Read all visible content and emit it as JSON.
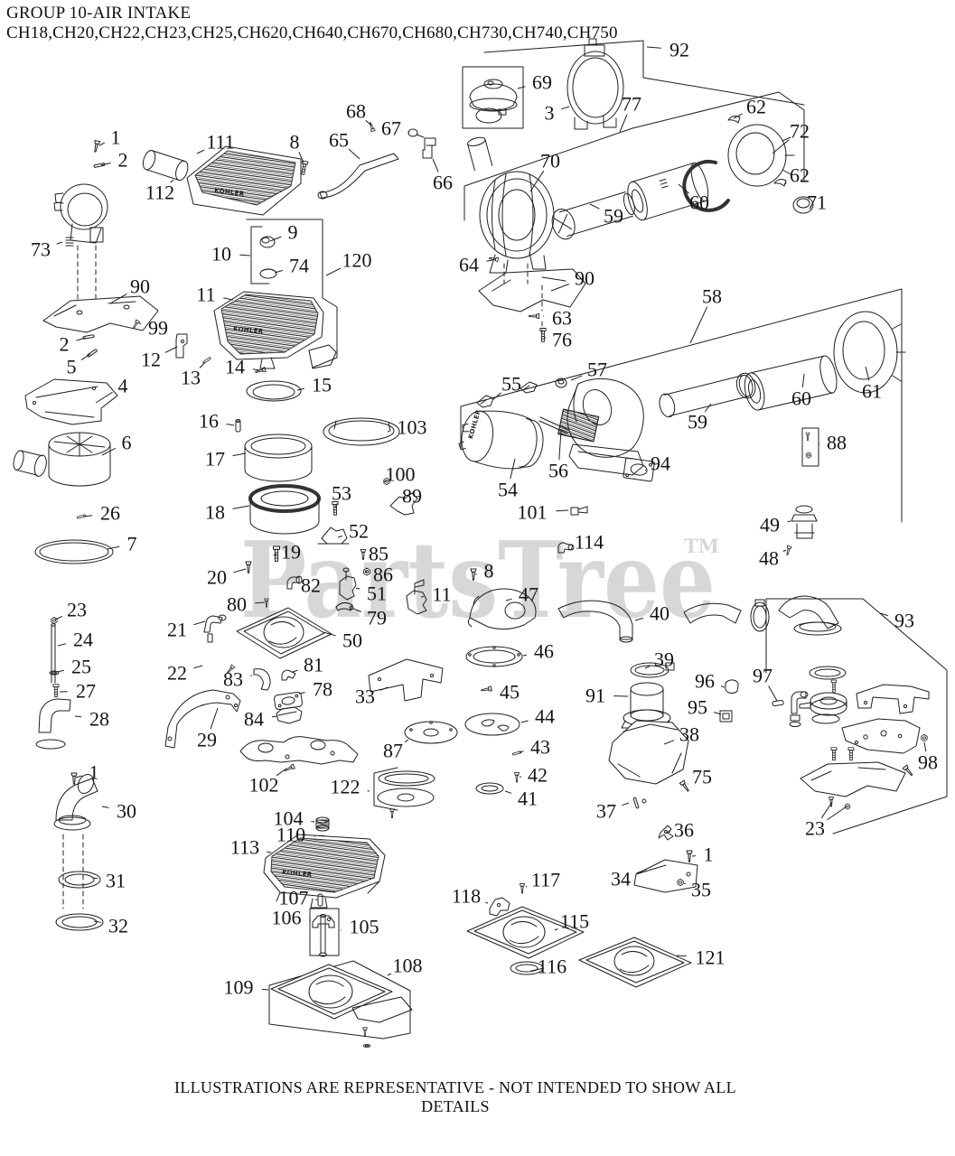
{
  "header": {
    "title": "GROUP 10-AIR INTAKE",
    "models": "CH18,CH20,CH22,CH23,CH25,CH620,CH640,CH670,CH680,CH730,CH740,CH750"
  },
  "watermark": {
    "text": "PartsTree",
    "tm": "TM",
    "color": "#d7d7d7"
  },
  "brand_logo": "KOHLER",
  "footer": {
    "note": "ILLUSTRATIONS ARE REPRESENTATIVE - NOT INTENDED TO SHOW ALL DETAILS"
  },
  "diagram": {
    "ink": "#1f1f1f",
    "callouts": [
      {
        "n": "1",
        "l": [
          128,
          152
        ],
        "t": [
          110,
          161
        ]
      },
      {
        "n": "2",
        "l": [
          136,
          177
        ],
        "t": [
          112,
          183
        ]
      },
      {
        "n": "111",
        "l": [
          244,
          157
        ],
        "t": [
          218,
          170
        ]
      },
      {
        "n": "112",
        "l": [
          177,
          213
        ],
        "t": [
          192,
          199
        ]
      },
      {
        "n": "8",
        "l": [
          326,
          157
        ],
        "t": [
          336,
          180
        ]
      },
      {
        "n": "65",
        "l": [
          375,
          155
        ],
        "t": [
          398,
          176
        ]
      },
      {
        "n": "68",
        "l": [
          394,
          123
        ],
        "t": [
          411,
          139
        ]
      },
      {
        "n": "67",
        "l": [
          433,
          142
        ],
        "t": [
          453,
          147
        ]
      },
      {
        "n": "66",
        "l": [
          490,
          202
        ],
        "t": [
          479,
          176
        ]
      },
      {
        "n": "69",
        "l": [
          600,
          91
        ],
        "t": [
          573,
          98
        ]
      },
      {
        "n": "3",
        "l": [
          608,
          125
        ],
        "t": [
          630,
          118
        ]
      },
      {
        "n": "92",
        "l": [
          752,
          55
        ],
        "t": [
          716,
          52
        ]
      },
      {
        "n": "77",
        "l": [
          699,
          115
        ],
        "t": [
          686,
          146
        ]
      },
      {
        "n": "62",
        "l": [
          837,
          118
        ],
        "t": [
          812,
          131
        ]
      },
      {
        "n": "72",
        "l": [
          885,
          145
        ],
        "t": [
          855,
          170
        ]
      },
      {
        "n": "70",
        "l": [
          609,
          178
        ],
        "t": [
          587,
          212
        ]
      },
      {
        "n": "59",
        "l": [
          679,
          239
        ],
        "t": [
          653,
          226
        ]
      },
      {
        "n": "60",
        "l": [
          774,
          224
        ],
        "t": [
          751,
          204
        ]
      },
      {
        "n": "62",
        "l": [
          885,
          194
        ],
        "t": [
          868,
          204
        ]
      },
      {
        "n": "71",
        "l": [
          904,
          224
        ],
        "t": [
          884,
          228
        ]
      },
      {
        "n": "64",
        "l": [
          519,
          293
        ],
        "t": [
          545,
          288
        ]
      },
      {
        "n": "90",
        "l": [
          647,
          308
        ],
        "t": [
          610,
          322
        ]
      },
      {
        "n": "63",
        "l": [
          622,
          352
        ],
        "t": [
          601,
          350
        ]
      },
      {
        "n": "76",
        "l": [
          622,
          376
        ],
        "t": [
          604,
          374
        ]
      },
      {
        "n": "58",
        "l": [
          788,
          328
        ],
        "t": [
          764,
          380
        ]
      },
      {
        "n": "73",
        "l": [
          45,
          276
        ],
        "t": [
          69,
          268
        ]
      },
      {
        "n": "90",
        "l": [
          155,
          317
        ],
        "t": [
          122,
          336
        ]
      },
      {
        "n": "99",
        "l": [
          175,
          363
        ],
        "t": [
          154,
          358
        ]
      },
      {
        "n": "2",
        "l": [
          71,
          381
        ],
        "t": [
          95,
          374
        ]
      },
      {
        "n": "5",
        "l": [
          79,
          406
        ],
        "t": [
          100,
          392
        ]
      },
      {
        "n": "12",
        "l": [
          167,
          398
        ],
        "t": [
          196,
          384
        ]
      },
      {
        "n": "13",
        "l": [
          211,
          418
        ],
        "t": [
          227,
          401
        ]
      },
      {
        "n": "4",
        "l": [
          136,
          427
        ],
        "t": [
          106,
          446
        ]
      },
      {
        "n": "9",
        "l": [
          324,
          257
        ],
        "t": [
          299,
          267
        ]
      },
      {
        "n": "10",
        "l": [
          245,
          281
        ],
        "t": [
          277,
          283
        ]
      },
      {
        "n": "74",
        "l": [
          331,
          294
        ],
        "t": [
          304,
          302
        ]
      },
      {
        "n": "120",
        "l": [
          395,
          288
        ],
        "t": [
          361,
          305
        ]
      },
      {
        "n": "11",
        "l": [
          228,
          326
        ],
        "t": [
          258,
          332
        ]
      },
      {
        "n": "14",
        "l": [
          260,
          406
        ],
        "t": [
          288,
          410
        ]
      },
      {
        "n": "15",
        "l": [
          356,
          426
        ],
        "t": [
          329,
          432
        ]
      },
      {
        "n": "16",
        "l": [
          231,
          466
        ],
        "t": [
          259,
          471
        ]
      },
      {
        "n": "103",
        "l": [
          456,
          473
        ],
        "t": [
          429,
          478
        ]
      },
      {
        "n": "17",
        "l": [
          238,
          508
        ],
        "t": [
          272,
          502
        ]
      },
      {
        "n": "18",
        "l": [
          238,
          567
        ],
        "t": [
          276,
          560
        ]
      },
      {
        "n": "100",
        "l": [
          443,
          525
        ],
        "t": [
          428,
          532
        ]
      },
      {
        "n": "53",
        "l": [
          378,
          546
        ],
        "t": [
          371,
          562
        ]
      },
      {
        "n": "89",
        "l": [
          456,
          549
        ],
        "t": [
          441,
          557
        ]
      },
      {
        "n": "52",
        "l": [
          397,
          588
        ],
        "t": [
          374,
          595
        ]
      },
      {
        "n": "19",
        "l": [
          322,
          611
        ],
        "t": [
          306,
          614
        ]
      },
      {
        "n": "20",
        "l": [
          240,
          639
        ],
        "t": [
          272,
          630
        ]
      },
      {
        "n": "85",
        "l": [
          419,
          613
        ],
        "t": [
          402,
          618
        ]
      },
      {
        "n": "86",
        "l": [
          424,
          636
        ],
        "t": [
          406,
          633
        ]
      },
      {
        "n": "82",
        "l": [
          344,
          648
        ],
        "t": [
          327,
          645
        ]
      },
      {
        "n": "51",
        "l": [
          417,
          657
        ],
        "t": [
          394,
          651
        ]
      },
      {
        "n": "11",
        "l": [
          489,
          658
        ],
        "t": [
          466,
          661
        ]
      },
      {
        "n": "80",
        "l": [
          262,
          669
        ],
        "t": [
          293,
          667
        ]
      },
      {
        "n": "79",
        "l": [
          417,
          684
        ],
        "t": [
          391,
          674
        ]
      },
      {
        "n": "21",
        "l": [
          196,
          697
        ],
        "t": [
          227,
          688
        ]
      },
      {
        "n": "50",
        "l": [
          390,
          709
        ],
        "t": [
          358,
          700
        ]
      },
      {
        "n": "22",
        "l": [
          196,
          745
        ],
        "t": [
          224,
          737
        ]
      },
      {
        "n": "83",
        "l": [
          258,
          752
        ],
        "t": [
          279,
          748
        ]
      },
      {
        "n": "81",
        "l": [
          347,
          736
        ],
        "t": [
          324,
          744
        ]
      },
      {
        "n": "78",
        "l": [
          357,
          763
        ],
        "t": [
          331,
          768
        ]
      },
      {
        "n": "84",
        "l": [
          281,
          796
        ],
        "t": [
          307,
          793
        ]
      },
      {
        "n": "29",
        "l": [
          229,
          819
        ],
        "t": [
          241,
          784
        ]
      },
      {
        "n": "33",
        "l": [
          404,
          771
        ],
        "t": [
          429,
          761
        ]
      },
      {
        "n": "102",
        "l": [
          292,
          869
        ],
        "t": [
          317,
          851
        ]
      },
      {
        "n": "6",
        "l": [
          140,
          490
        ],
        "t": [
          113,
          504
        ]
      },
      {
        "n": "26",
        "l": [
          122,
          568
        ],
        "t": [
          92,
          572
        ]
      },
      {
        "n": "7",
        "l": [
          146,
          602
        ],
        "t": [
          119,
          608
        ]
      },
      {
        "n": "23",
        "l": [
          85,
          675
        ],
        "t": [
          61,
          686
        ]
      },
      {
        "n": "24",
        "l": [
          92,
          708
        ],
        "t": [
          64,
          715
        ]
      },
      {
        "n": "25",
        "l": [
          90,
          738
        ],
        "t": [
          63,
          744
        ]
      },
      {
        "n": "27",
        "l": [
          95,
          765
        ],
        "t": [
          66,
          766
        ]
      },
      {
        "n": "28",
        "l": [
          110,
          796
        ],
        "t": [
          83,
          793
        ]
      },
      {
        "n": "1",
        "l": [
          104,
          855
        ],
        "t": [
          84,
          861
        ]
      },
      {
        "n": "30",
        "l": [
          140,
          898
        ],
        "t": [
          113,
          893
        ]
      },
      {
        "n": "31",
        "l": [
          128,
          975
        ],
        "t": [
          102,
          972
        ]
      },
      {
        "n": "32",
        "l": [
          131,
          1025
        ],
        "t": [
          104,
          1020
        ]
      },
      {
        "n": "55",
        "l": [
          566,
          425
        ],
        "t": [
          545,
          443
        ]
      },
      {
        "n": "57",
        "l": [
          661,
          409
        ],
        "t": [
          632,
          421
        ]
      },
      {
        "n": "54",
        "l": [
          562,
          542
        ],
        "t": [
          570,
          508
        ]
      },
      {
        "n": "56",
        "l": [
          618,
          521
        ],
        "t": [
          621,
          477
        ]
      },
      {
        "n": "94",
        "l": [
          731,
          513
        ],
        "t": [
          714,
          521
        ]
      },
      {
        "n": "101",
        "l": [
          589,
          567
        ],
        "t": [
          629,
          565
        ]
      },
      {
        "n": "59",
        "l": [
          772,
          467
        ],
        "t": [
          787,
          447
        ]
      },
      {
        "n": "60",
        "l": [
          887,
          441
        ],
        "t": [
          890,
          414
        ]
      },
      {
        "n": "61",
        "l": [
          965,
          433
        ],
        "t": [
          958,
          406
        ]
      },
      {
        "n": "88",
        "l": [
          926,
          490
        ],
        "t": [
          907,
          491
        ]
      },
      {
        "n": "49",
        "l": [
          852,
          581
        ],
        "t": [
          875,
          577
        ]
      },
      {
        "n": "48",
        "l": [
          851,
          618
        ],
        "t": [
          870,
          609
        ]
      },
      {
        "n": "114",
        "l": [
          652,
          600
        ],
        "t": [
          634,
          608
        ]
      },
      {
        "n": "8",
        "l": [
          541,
          632
        ],
        "t": [
          526,
          636
        ]
      },
      {
        "n": "47",
        "l": [
          585,
          658
        ],
        "t": [
          560,
          665
        ]
      },
      {
        "n": "40",
        "l": [
          730,
          679
        ],
        "t": [
          703,
          687
        ]
      },
      {
        "n": "93",
        "l": [
          1001,
          687
        ],
        "t": [
          974,
          679
        ]
      },
      {
        "n": "39",
        "l": [
          735,
          730
        ],
        "t": [
          714,
          740
        ]
      },
      {
        "n": "96",
        "l": [
          780,
          754
        ],
        "t": [
          802,
          761
        ]
      },
      {
        "n": "97",
        "l": [
          844,
          748
        ],
        "t": [
          860,
          776
        ]
      },
      {
        "n": "91",
        "l": [
          659,
          770
        ],
        "t": [
          695,
          771
        ]
      },
      {
        "n": "95",
        "l": [
          772,
          783
        ],
        "t": [
          798,
          791
        ]
      },
      {
        "n": "38",
        "l": [
          763,
          813
        ],
        "t": [
          735,
          824
        ]
      },
      {
        "n": "75",
        "l": [
          777,
          860
        ],
        "t": [
          761,
          868
        ]
      },
      {
        "n": "37",
        "l": [
          671,
          898
        ],
        "t": [
          696,
          889
        ]
      },
      {
        "n": "36",
        "l": [
          757,
          919
        ],
        "t": [
          742,
          921
        ]
      },
      {
        "n": "34",
        "l": [
          687,
          973
        ],
        "t": [
          715,
          963
        ]
      },
      {
        "n": "35",
        "l": [
          776,
          985
        ],
        "t": [
          757,
          978
        ]
      },
      {
        "n": "1",
        "l": [
          784,
          946
        ],
        "t": [
          766,
          948
        ]
      },
      {
        "n": "23",
        "l": [
          902,
          917
        ],
        "t": [
          921,
          888
        ],
        "t2": [
          937,
          893
        ]
      },
      {
        "n": "98",
        "l": [
          1027,
          844
        ],
        "t": [
          1023,
          822
        ]
      },
      {
        "n": "104",
        "l": [
          319,
          906
        ],
        "t": [
          348,
          910
        ]
      },
      {
        "n": "110",
        "l": [
          322,
          924
        ],
        "t": [
          349,
          926
        ]
      },
      {
        "n": "113",
        "l": [
          271,
          938
        ],
        "t": [
          300,
          944
        ]
      },
      {
        "n": "107",
        "l": [
          325,
          994
        ],
        "t": [
          349,
          996
        ]
      },
      {
        "n": "106",
        "l": [
          317,
          1016
        ],
        "t": [
          344,
          1019
        ]
      },
      {
        "n": "105",
        "l": [
          403,
          1026
        ],
        "t": [
          377,
          1030
        ]
      },
      {
        "n": "122",
        "l": [
          382,
          871
        ],
        "t": [
          409,
          876
        ]
      },
      {
        "n": "87",
        "l": [
          435,
          831
        ],
        "t": [
          452,
          819
        ]
      },
      {
        "n": "117",
        "l": [
          604,
          974
        ],
        "t": [
          582,
          982
        ]
      },
      {
        "n": "118",
        "l": [
          516,
          992
        ],
        "t": [
          540,
          1000
        ]
      },
      {
        "n": "115",
        "l": [
          636,
          1020
        ],
        "t": [
          614,
          1030
        ]
      },
      {
        "n": "116",
        "l": [
          611,
          1070
        ],
        "t": [
          602,
          1072
        ]
      },
      {
        "n": "121",
        "l": [
          786,
          1060
        ],
        "t": [
          749,
          1058
        ]
      },
      {
        "n": "108",
        "l": [
          451,
          1069
        ],
        "t": [
          429,
          1080
        ]
      },
      {
        "n": "109",
        "l": [
          264,
          1093
        ],
        "t": [
          297,
          1096
        ]
      },
      {
        "n": "46",
        "l": [
          602,
          721
        ],
        "t": [
          579,
          726
        ]
      },
      {
        "n": "45",
        "l": [
          564,
          766
        ],
        "t": [
          545,
          764
        ]
      },
      {
        "n": "44",
        "l": [
          603,
          793
        ],
        "t": [
          577,
          800
        ]
      },
      {
        "n": "43",
        "l": [
          598,
          827
        ],
        "t": [
          575,
          833
        ]
      },
      {
        "n": "42",
        "l": [
          595,
          858
        ],
        "t": [
          577,
          860
        ]
      },
      {
        "n": "41",
        "l": [
          584,
          884
        ],
        "t": [
          559,
          876
        ]
      }
    ]
  }
}
